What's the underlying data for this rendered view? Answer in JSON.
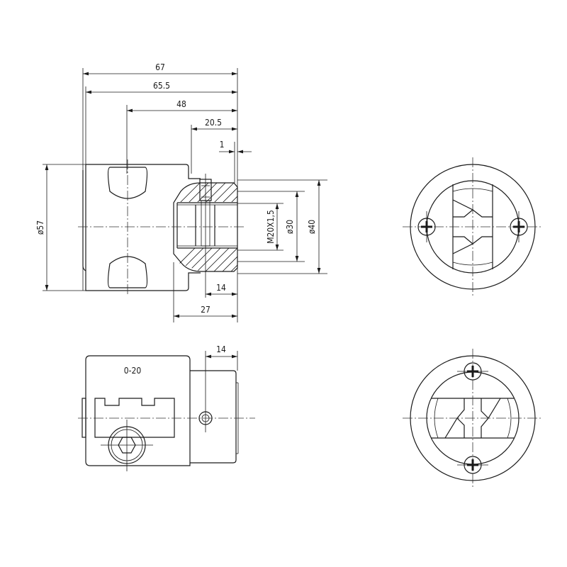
{
  "drawing": {
    "type": "technical-drawing",
    "line_color": "#1a1a1a",
    "background": "#ffffff"
  },
  "views": {
    "front_section": {
      "dimensions": {
        "overall_length": "67",
        "body_length": "65.5",
        "ball_to_face": "48",
        "boss_length": "20.5",
        "face_step": "1",
        "body_diameter": "ø57",
        "thread": "M20X1,5",
        "bore_diameter": "ø30",
        "boss_diameter": "ø40",
        "screw_to_face": "14",
        "boss_depth": "27"
      }
    },
    "side_view": {
      "range_label": "0-20",
      "dimensions": {
        "screw_to_face": "14"
      }
    },
    "end_view_top": {
      "screw_count": 2,
      "screw_orientation": "horizontal"
    },
    "end_view_bottom": {
      "screw_count": 2,
      "screw_orientation": "vertical"
    }
  }
}
